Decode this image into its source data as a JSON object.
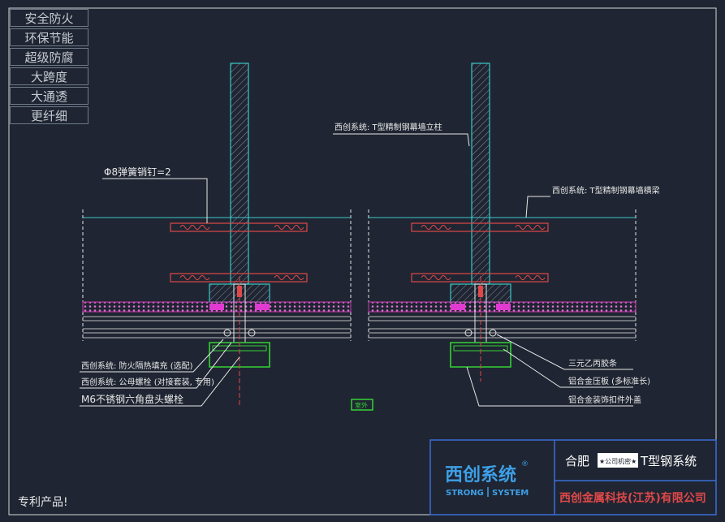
{
  "features": [
    "安全防火",
    "环保节能",
    "超级防腐",
    "大跨度",
    "大通透",
    "更纤细"
  ],
  "patent_note": "专利产品!",
  "annotations": {
    "left_top": "Φ8弹簧销钉=2",
    "right_top": "西创系统: T型精制钢幕墙立柱",
    "right_mid": "西创系统: T型精制钢幕墙横梁",
    "left_1": "西创系统: 防火隔热填充 (选配)",
    "left_2": "西创系统: 公母螺栓 (对接套装, 专用)",
    "left_3": "M6不锈钢六角盘头螺栓",
    "right_1": "三元乙丙胶条",
    "right_2": "铝合金压板 (多标准长)",
    "right_3": "铝合金装饰扣件外盖",
    "center_tag": "室外"
  },
  "title_block": {
    "logo_cn": "西创系统",
    "logo_reg": "®",
    "logo_en_left": "STRONG",
    "logo_en_right": "SYSTEM",
    "title_prefix": "合肥",
    "title_stamp": "★公司机密★",
    "title_suffix": "T型钢系统",
    "company": "西创金属科技(江苏)有限公司"
  },
  "colors": {
    "background": "#1f2532",
    "steel": "#38c9c9",
    "dim": "#e8e8e8",
    "glass": "#b9b9b9",
    "pink": "#c83ab0",
    "red": "#e04848",
    "green": "#35d235",
    "title_border": "#3a6fd8",
    "logo": "#3da0e8"
  }
}
